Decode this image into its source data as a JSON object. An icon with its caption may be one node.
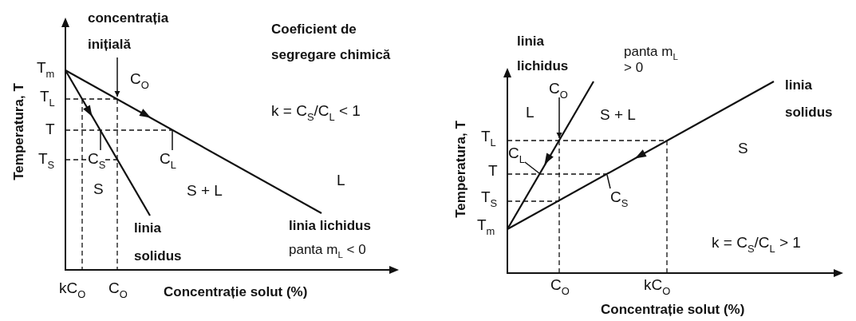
{
  "diagram": {
    "nodes": [
      {
        "text": [
          "concentrația inițială"
        ]
      },
      {
        "text": [
          "C$_{S}$"
        ]
      },
      {
        "text": [
          "C$_{L}$"
        ]
      },
      {
        "text": [
          "C$_{O}$"
        ]
      },
      {
        "text": [
          "C$_{L}$"
        ]
      },
      {
        "text": [
          "C$_{S}$"
        ]
      }
    ],
    "edges": [
      {
        "from": 0,
        "to": null,
        "arrow": "to"
      },
      {
        "from": 1,
        "to": null,
        "arrow": "none"
      },
      {
        "from": 2,
        "to": null,
        "arrow": "none"
      },
      {
        "from": 3,
        "to": null,
        "arrow": "to"
      },
      {
        "from": 4,
        "to": null,
        "arrow": "none"
      },
      {
        "from": 5,
        "to": null,
        "arrow": "none"
      }
    ],
    "labels": [
      "Coeficient de segregare chimică",
      "C$_{O}$",
      "T$_{m}$",
      "T$_{L}$",
      "k = C$_{S}$/C$_{L}$ < 1",
      "T",
      "Temperatura, T",
      "T$_{S}$",
      "S",
      "S + L",
      "L",
      "linia solidus",
      "linia lichidus",
      "panta m$_{L}$ < 0",
      "kC$_{O}$",
      "C$_{O}$",
      "Concentrație solut (%)",
      "linia lichidus",
      "panta m$_{L}$ > 0",
      "linia solidus",
      "L",
      "S + L",
      "T$_{L}$",
      "S",
      "T",
      "Temperatura, T",
      "T$_{S}$",
      "T$_{m}$",
      "k = C$_{S}$/C$_{L}$ > 1",
      "C$_{O}$",
      "kC$_{O}$",
      "Concentrație solut (%)"
    ]
  }
}
